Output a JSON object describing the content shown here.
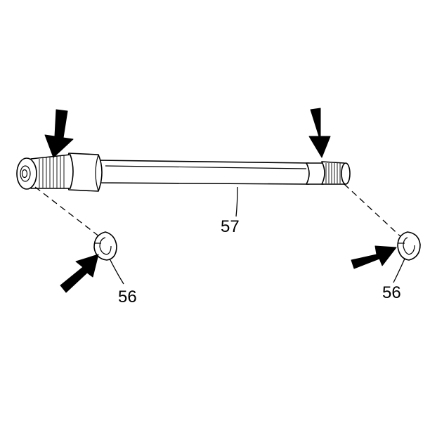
{
  "callouts": {
    "shaft": "57",
    "ring_left": "56",
    "ring_right": "56"
  },
  "icons": {
    "pointer": "arrow-icon"
  }
}
